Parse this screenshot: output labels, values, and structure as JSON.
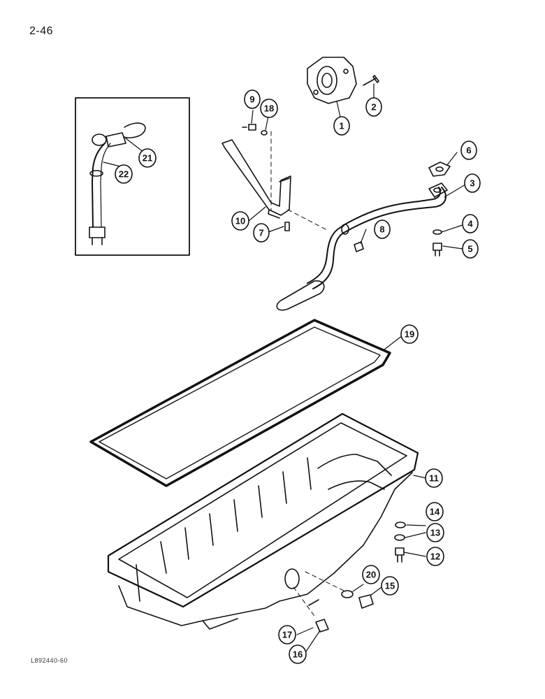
{
  "page_number": "2-46",
  "figure_code": "L892440-60",
  "callouts": [
    {
      "id": "c1",
      "label": "1"
    },
    {
      "id": "c2",
      "label": "2"
    },
    {
      "id": "c3",
      "label": "3"
    },
    {
      "id": "c4",
      "label": "4"
    },
    {
      "id": "c5",
      "label": "5"
    },
    {
      "id": "c6",
      "label": "6"
    },
    {
      "id": "c7",
      "label": "7"
    },
    {
      "id": "c8",
      "label": "8"
    },
    {
      "id": "c9",
      "label": "9"
    },
    {
      "id": "c10",
      "label": "10"
    },
    {
      "id": "c11",
      "label": "11"
    },
    {
      "id": "c12",
      "label": "12"
    },
    {
      "id": "c13",
      "label": "13"
    },
    {
      "id": "c14",
      "label": "14"
    },
    {
      "id": "c15",
      "label": "15"
    },
    {
      "id": "c16",
      "label": "16"
    },
    {
      "id": "c17",
      "label": "17"
    },
    {
      "id": "c18",
      "label": "18"
    },
    {
      "id": "c19",
      "label": "19"
    },
    {
      "id": "c20",
      "label": "20"
    },
    {
      "id": "c21",
      "label": "21"
    },
    {
      "id": "c22",
      "label": "22"
    }
  ]
}
